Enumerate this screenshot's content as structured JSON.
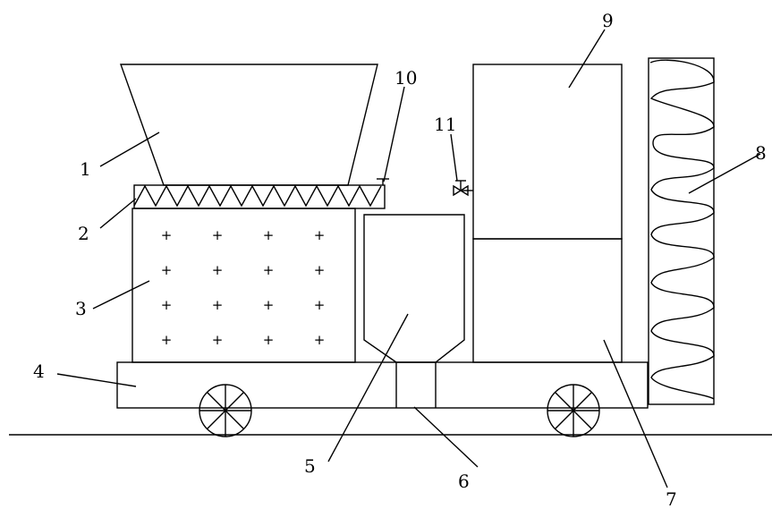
{
  "labels": {
    "n1": "1",
    "n2": "2",
    "n3": "3",
    "n4": "4",
    "n5": "5",
    "n6": "6",
    "n7": "7",
    "n8": "8",
    "n9": "9",
    "n10": "10",
    "n11": "11"
  },
  "heating_chamber": {
    "grid_rows": 4,
    "grid_cols": 4,
    "mark": "+"
  },
  "colors": {
    "line": "#000000",
    "background": "#ffffff"
  }
}
